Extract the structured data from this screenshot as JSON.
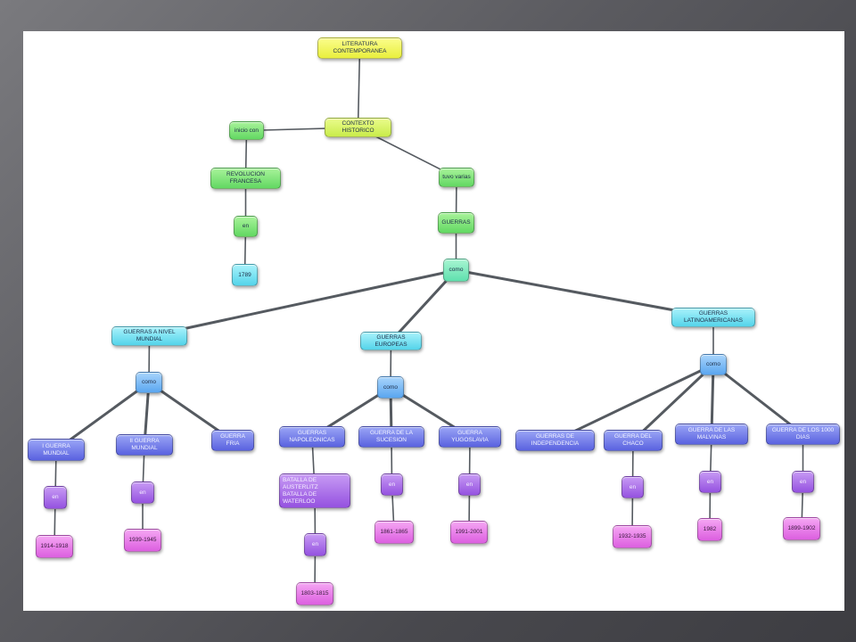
{
  "concept_map": {
    "nodes": [
      {
        "id": "literatura",
        "label": "LITERATURA CONTEMPORANEA",
        "color": "yellow"
      },
      {
        "id": "contexto",
        "label": "CONTEXTO HISTORICO",
        "color": "lime"
      },
      {
        "id": "inicio",
        "label": "inicio con",
        "color": "green"
      },
      {
        "id": "revolucion",
        "label": "REVOLUCION FRANCESA",
        "color": "green"
      },
      {
        "id": "en_rev",
        "label": "en",
        "color": "green"
      },
      {
        "id": "y1789",
        "label": "1789",
        "color": "cyan"
      },
      {
        "id": "tuvo",
        "label": "tuvo varias",
        "color": "green"
      },
      {
        "id": "guerras",
        "label": "GUERRAS",
        "color": "green"
      },
      {
        "id": "como_main",
        "label": "como",
        "color": "mint"
      },
      {
        "id": "nivel_mundial",
        "label": "GUERRAS A NIVEL MUNDIAL",
        "color": "cyan"
      },
      {
        "id": "europeas",
        "label": "GUERRAS EUROPEAS",
        "color": "cyan"
      },
      {
        "id": "latino",
        "label": "GUERRAS LATINOAMERICANAS",
        "color": "cyan"
      },
      {
        "id": "como_mundial",
        "label": "como",
        "color": "blue"
      },
      {
        "id": "como_euro",
        "label": "como",
        "color": "blue"
      },
      {
        "id": "como_latino",
        "label": "como",
        "color": "blue"
      },
      {
        "id": "gm1",
        "label": "I GUERRA MUNDIAL",
        "color": "indigo"
      },
      {
        "id": "gm2",
        "label": "II GUERRA MUNDIAL",
        "color": "indigo"
      },
      {
        "id": "fria",
        "label": "GUERRA FRIA",
        "color": "indigo"
      },
      {
        "id": "napoleonicas",
        "label": "GUERRAS NAPOLEONICAS",
        "color": "indigo"
      },
      {
        "id": "sucesion",
        "label": "GUERRA DE LA SUCESION",
        "color": "indigo"
      },
      {
        "id": "yugoslavia",
        "label": "GUERRA YUGOSLAVIA",
        "color": "indigo"
      },
      {
        "id": "independencia",
        "label": "GUERRAS DE INDEPENDENCIA",
        "color": "indigo"
      },
      {
        "id": "chaco",
        "label": "GUERRA DEL CHACO",
        "color": "indigo"
      },
      {
        "id": "malvinas",
        "label": "GUERRA DE LAS MALVINAS",
        "color": "indigo"
      },
      {
        "id": "mil_dias",
        "label": "GUERRA DE LOS 1000 DIAS",
        "color": "indigo"
      },
      {
        "id": "batallas",
        "label": "BATALLA DE AUSTERLITZ\nBATALLA DE WATERLOO",
        "color": "violet"
      },
      {
        "id": "en_gm1",
        "label": "en",
        "color": "violet"
      },
      {
        "id": "en_gm2",
        "label": "en",
        "color": "violet"
      },
      {
        "id": "en_nap",
        "label": "en",
        "color": "violet"
      },
      {
        "id": "en_suc",
        "label": "en",
        "color": "violet"
      },
      {
        "id": "en_yug",
        "label": "en",
        "color": "violet"
      },
      {
        "id": "en_chaco",
        "label": "en",
        "color": "violet"
      },
      {
        "id": "en_malv",
        "label": "en",
        "color": "violet"
      },
      {
        "id": "en_mil",
        "label": "en",
        "color": "violet"
      },
      {
        "id": "y1914",
        "label": "1914-1918",
        "color": "pink"
      },
      {
        "id": "y1939",
        "label": "1939-1945",
        "color": "pink"
      },
      {
        "id": "y1803",
        "label": "1803-1815",
        "color": "pink"
      },
      {
        "id": "y1861",
        "label": "1861-1865",
        "color": "pink"
      },
      {
        "id": "y1991",
        "label": "1991-2001",
        "color": "pink"
      },
      {
        "id": "y1932",
        "label": "1932-1935",
        "color": "pink"
      },
      {
        "id": "y1982",
        "label": "1982",
        "color": "pink"
      },
      {
        "id": "y1899",
        "label": "1899-1902",
        "color": "pink"
      }
    ],
    "edges": [
      [
        "literatura",
        "contexto"
      ],
      [
        "contexto",
        "inicio"
      ],
      [
        "inicio",
        "revolucion"
      ],
      [
        "revolucion",
        "en_rev"
      ],
      [
        "en_rev",
        "y1789"
      ],
      [
        "contexto",
        "tuvo"
      ],
      [
        "tuvo",
        "guerras"
      ],
      [
        "guerras",
        "como_main"
      ],
      [
        "como_main",
        "nivel_mundial"
      ],
      [
        "como_main",
        "europeas"
      ],
      [
        "como_main",
        "latino"
      ],
      [
        "nivel_mundial",
        "como_mundial"
      ],
      [
        "europeas",
        "como_euro"
      ],
      [
        "latino",
        "como_latino"
      ],
      [
        "como_mundial",
        "gm1"
      ],
      [
        "como_mundial",
        "gm2"
      ],
      [
        "como_mundial",
        "fria"
      ],
      [
        "como_euro",
        "napoleonicas"
      ],
      [
        "como_euro",
        "sucesion"
      ],
      [
        "como_euro",
        "yugoslavia"
      ],
      [
        "como_latino",
        "independencia"
      ],
      [
        "como_latino",
        "chaco"
      ],
      [
        "como_latino",
        "malvinas"
      ],
      [
        "como_latino",
        "mil_dias"
      ],
      [
        "gm1",
        "en_gm1"
      ],
      [
        "en_gm1",
        "y1914"
      ],
      [
        "gm2",
        "en_gm2"
      ],
      [
        "en_gm2",
        "y1939"
      ],
      [
        "napoleonicas",
        "batallas"
      ],
      [
        "batallas",
        "en_nap"
      ],
      [
        "en_nap",
        "y1803"
      ],
      [
        "sucesion",
        "en_suc"
      ],
      [
        "en_suc",
        "y1861"
      ],
      [
        "yugoslavia",
        "en_yug"
      ],
      [
        "en_yug",
        "y1991"
      ],
      [
        "chaco",
        "en_chaco"
      ],
      [
        "en_chaco",
        "y1932"
      ],
      [
        "malvinas",
        "en_malv"
      ],
      [
        "en_malv",
        "y1982"
      ],
      [
        "mil_dias",
        "en_mil"
      ],
      [
        "en_mil",
        "y1899"
      ]
    ]
  }
}
